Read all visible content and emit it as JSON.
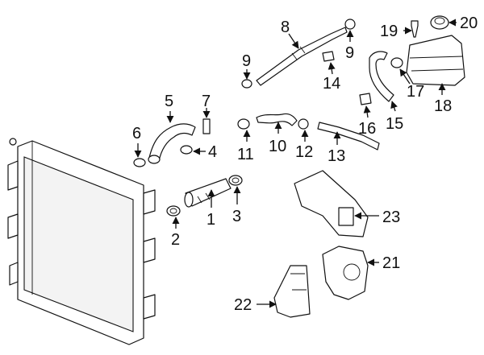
{
  "callouts": {
    "c1": "1",
    "c2": "2",
    "c3": "3",
    "c4": "4",
    "c5": "5",
    "c6": "6",
    "c7": "7",
    "c8": "8",
    "c9a": "9",
    "c9b": "9",
    "c10": "10",
    "c11": "11",
    "c12": "12",
    "c13": "13",
    "c14": "14",
    "c15": "15",
    "c16": "16",
    "c17": "17",
    "c18": "18",
    "c19": "19",
    "c20": "20",
    "c21": "21",
    "c22": "22",
    "c23": "23"
  },
  "colors": {
    "line": "#111111",
    "background": "#ffffff"
  }
}
